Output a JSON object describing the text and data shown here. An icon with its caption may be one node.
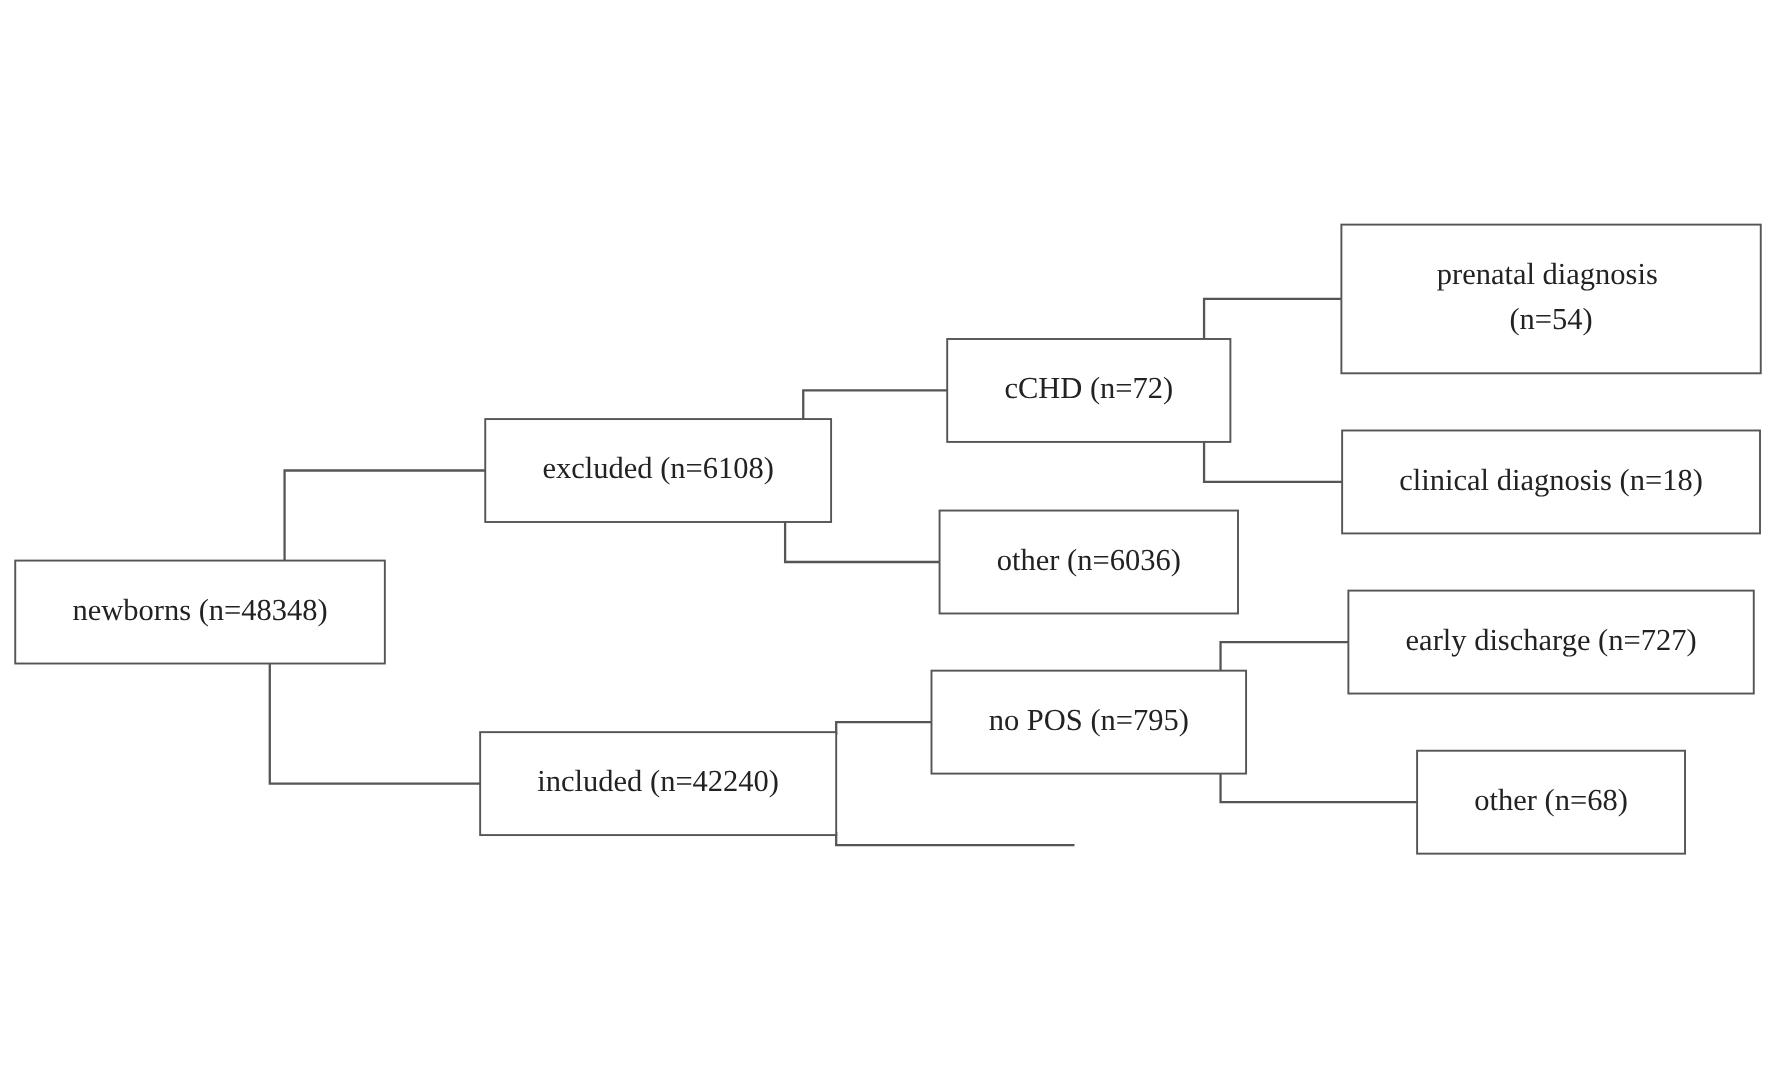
{
  "diagram": {
    "nodes": [
      {
        "text": [
          "newborns (n=48348)"
        ]
      },
      {
        "text": [
          "excluded (n=6108)"
        ]
      },
      {
        "text": [
          "cCHD (n=72)"
        ]
      },
      {
        "text": [
          "prenatal diagnosis (n=54)"
        ]
      },
      {
        "text": [
          "clinical diagnosis (n=18)"
        ]
      },
      {
        "text": [
          "other (n=6036)"
        ]
      },
      {
        "text": [
          "included (n=42240)"
        ]
      },
      {
        "text": [
          "no POS (n=795)"
        ]
      },
      {
        "text": [
          "early discharge (n=727)"
        ]
      },
      {
        "text": [
          "other (n=68)"
        ]
      }
    ],
    "edges": [
      {
        "from": 0,
        "to": 1,
        "arrow": "none"
      },
      {
        "from": 1,
        "to": 2,
        "arrow": "none"
      },
      {
        "from": 1,
        "to": 5,
        "arrow": "none"
      },
      {
        "from": 2,
        "to": 3,
        "arrow": "none"
      },
      {
        "from": 2,
        "to": 4,
        "arrow": "none"
      },
      {
        "from": 0,
        "to": 6,
        "arrow": "none"
      },
      {
        "from": 6,
        "to": 7,
        "arrow": "none"
      },
      {
        "from": 7,
        "to": 8,
        "arrow": "none"
      },
      {
        "from": 7,
        "to": 9,
        "arrow": "none"
      },
      {
        "from": 6,
        "to": null,
        "arrow": "none"
      }
    ]
  }
}
